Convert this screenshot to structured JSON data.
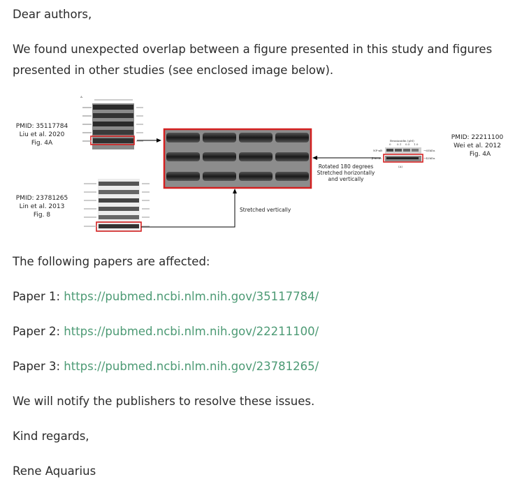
{
  "greeting": "Dear authors,",
  "intro_line1": "We found unexpected overlap between a figure presented in this study and figures",
  "intro_line2": "presented in other studies (see enclosed image below).",
  "figure": {
    "left_top": {
      "pmid": "PMID: 35117784",
      "cite": "Liu et al. 2020",
      "fig": "Fig. 4A",
      "panel_letter": "A"
    },
    "left_bottom": {
      "pmid": "PMID: 23781265",
      "cite": "Lin et al. 2013",
      "fig": "Fig. 8"
    },
    "right": {
      "pmid": "PMID: 22211100",
      "cite": "Wei et al. 2012",
      "fig": "Fig. 4A",
      "header": "Bruxianidin (μM)",
      "doses": [
        "0",
        "0.1",
        "0.5",
        "1.0"
      ],
      "rows": [
        "NF-κB",
        "β-actin"
      ],
      "kda": [
        "~65kDa",
        "~42kDa"
      ],
      "panel": "(A)"
    },
    "note_rotate_1": "Rotated 180 degrees",
    "note_rotate_2": "Stretched horizontally",
    "note_rotate_3": "and vertically",
    "note_stretch": "Stretched vertically"
  },
  "affected_label": "The following papers are affected:",
  "papers": [
    {
      "prefix": "Paper 1: ",
      "url": "https://pubmed.ncbi.nlm.nih.gov/35117784/"
    },
    {
      "prefix": "Paper 2: ",
      "url": "https://pubmed.ncbi.nlm.nih.gov/22211100/"
    },
    {
      "prefix": "Paper 3: ",
      "url": "https://pubmed.ncbi.nlm.nih.gov/23781265/"
    }
  ],
  "notify": "We will notify the publishers to resolve these issues.",
  "closing": "Kind regards,",
  "signature": "Rene Aquarius",
  "colors": {
    "link": "#4c9a74",
    "highlight_box": "#d42020",
    "text": "#2b2b2b"
  }
}
